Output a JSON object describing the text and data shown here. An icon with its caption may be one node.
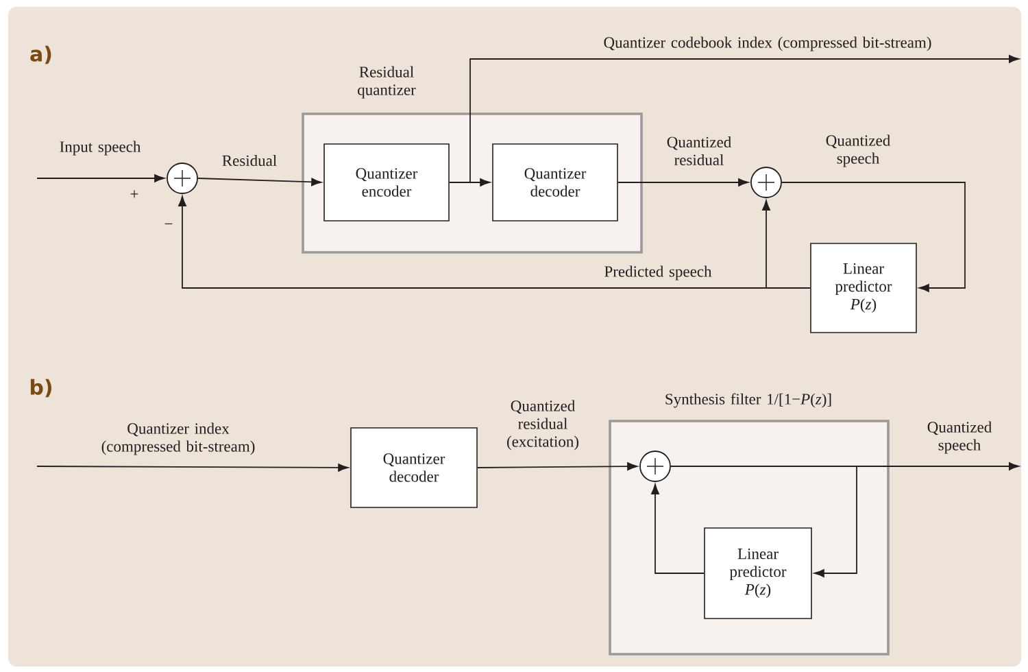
{
  "diagram": {
    "nodes": [
      {
        "text": [
          "Residual quantizer"
        ]
      },
      {
        "text": [
          "Quantizer encoder"
        ],
        "in": 0
      },
      {
        "text": [
          "Quantizer decoder"
        ],
        "in": 0
      },
      {
        "text": [],
        "shape": "circle"
      },
      {
        "text": [],
        "shape": "circle"
      },
      {
        "text": [
          "Linear predictor *P*(*z*)"
        ]
      },
      {
        "text": [
          "Quantizer decoder"
        ]
      },
      {
        "text": [
          "Synthesis filter 1/[1−*P*(*z*)]"
        ]
      },
      {
        "text": [],
        "shape": "circle",
        "in": 7
      },
      {
        "text": [
          "Linear predictor *P*(*z*)"
        ],
        "in": 7
      }
    ],
    "edges": [
      {
        "from": null,
        "to": 3,
        "arrow": "to",
        "label": "Input speech"
      },
      {
        "from": 3,
        "to": 1,
        "arrow": "to",
        "label": "Residual"
      },
      {
        "from": 1,
        "to": 2,
        "arrow": "to"
      },
      {
        "from": 1,
        "to": null,
        "arrow": "to",
        "label": "Quantizer codebook index (compressed bit-stream)"
      },
      {
        "from": 2,
        "to": 4,
        "arrow": "to",
        "label": "Quantized residual"
      },
      {
        "from": 4,
        "to": 5,
        "arrow": "to",
        "label": "Quantized speech"
      },
      {
        "from": 5,
        "to": 3,
        "arrow": "to",
        "label": "Predicted speech"
      },
      {
        "from": 5,
        "to": 4,
        "arrow": "to"
      },
      {
        "from": null,
        "to": 6,
        "arrow": "to",
        "label": "Quantizer index (compressed bit-stream)"
      },
      {
        "from": 6,
        "to": 8,
        "arrow": "to",
        "label": "Quantized residual (excitation)"
      },
      {
        "from": 8,
        "to": null,
        "arrow": "to",
        "label": "Quantized speech"
      },
      {
        "from": 8,
        "to": 9,
        "arrow": "to"
      },
      {
        "from": 9,
        "to": 8,
        "arrow": "to"
      }
    ],
    "labels": [
      "a)",
      "+",
      "−",
      "b)"
    ]
  }
}
